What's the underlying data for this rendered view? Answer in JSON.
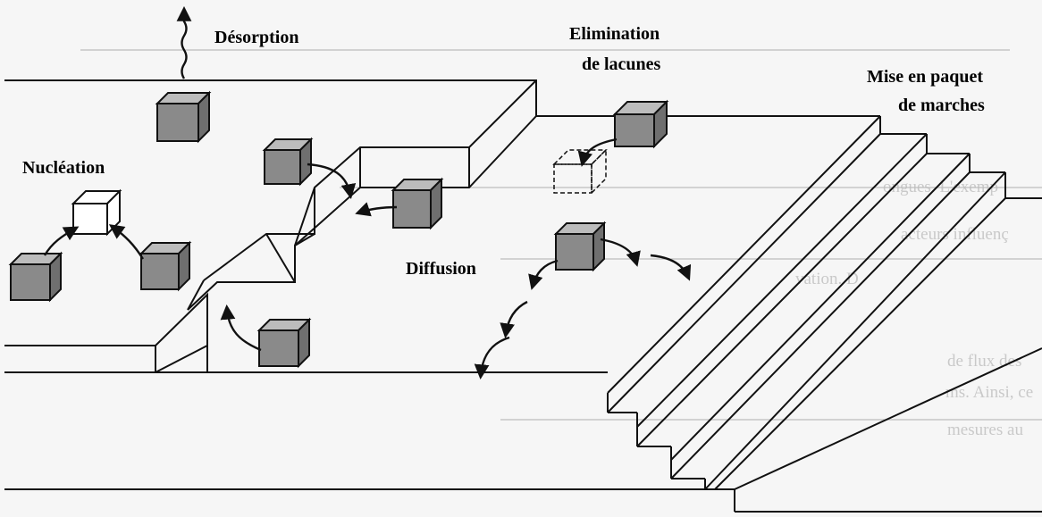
{
  "labels": {
    "desorption": "Désorption",
    "elimination_1": "Elimination",
    "elimination_2": "de lacunes",
    "mise_1": "Mise en paquet",
    "mise_2": "de marches",
    "nucleation": "Nucléation",
    "diffusion": "Diffusion"
  },
  "background_text": [
    "ongues. L'exemp",
    "acteurs influenç",
    "vation. D",
    "de flux des",
    "ms. Ainsi, ce",
    "mesures au"
  ],
  "colors": {
    "cube_front": "#8a8a8a",
    "cube_top": "#bcbcbc",
    "cube_side": "#6f6f6f",
    "line": "#111111",
    "paper": "#f6f6f6"
  }
}
